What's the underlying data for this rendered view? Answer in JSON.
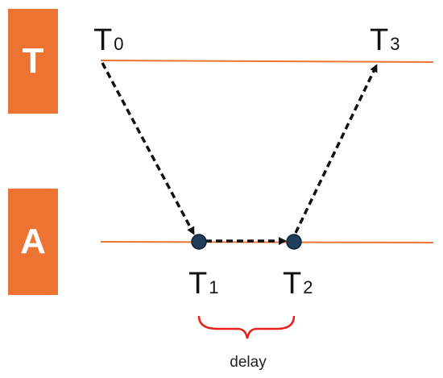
{
  "nodes": {
    "top": {
      "label": "T"
    },
    "bottom": {
      "label": "A"
    }
  },
  "timestamps": {
    "t0": {
      "main": "T",
      "sub": "0"
    },
    "t1": {
      "main": "T",
      "sub": "1"
    },
    "t2": {
      "main": "T",
      "sub": "2"
    },
    "t3": {
      "main": "T",
      "sub": "3"
    }
  },
  "delay_label": "delay",
  "colors": {
    "node_box": "#ec7332",
    "timeline": "#ec7332",
    "arrow": "#111111",
    "event_dot": "#1f3e5c",
    "brace": "#e8201a"
  }
}
